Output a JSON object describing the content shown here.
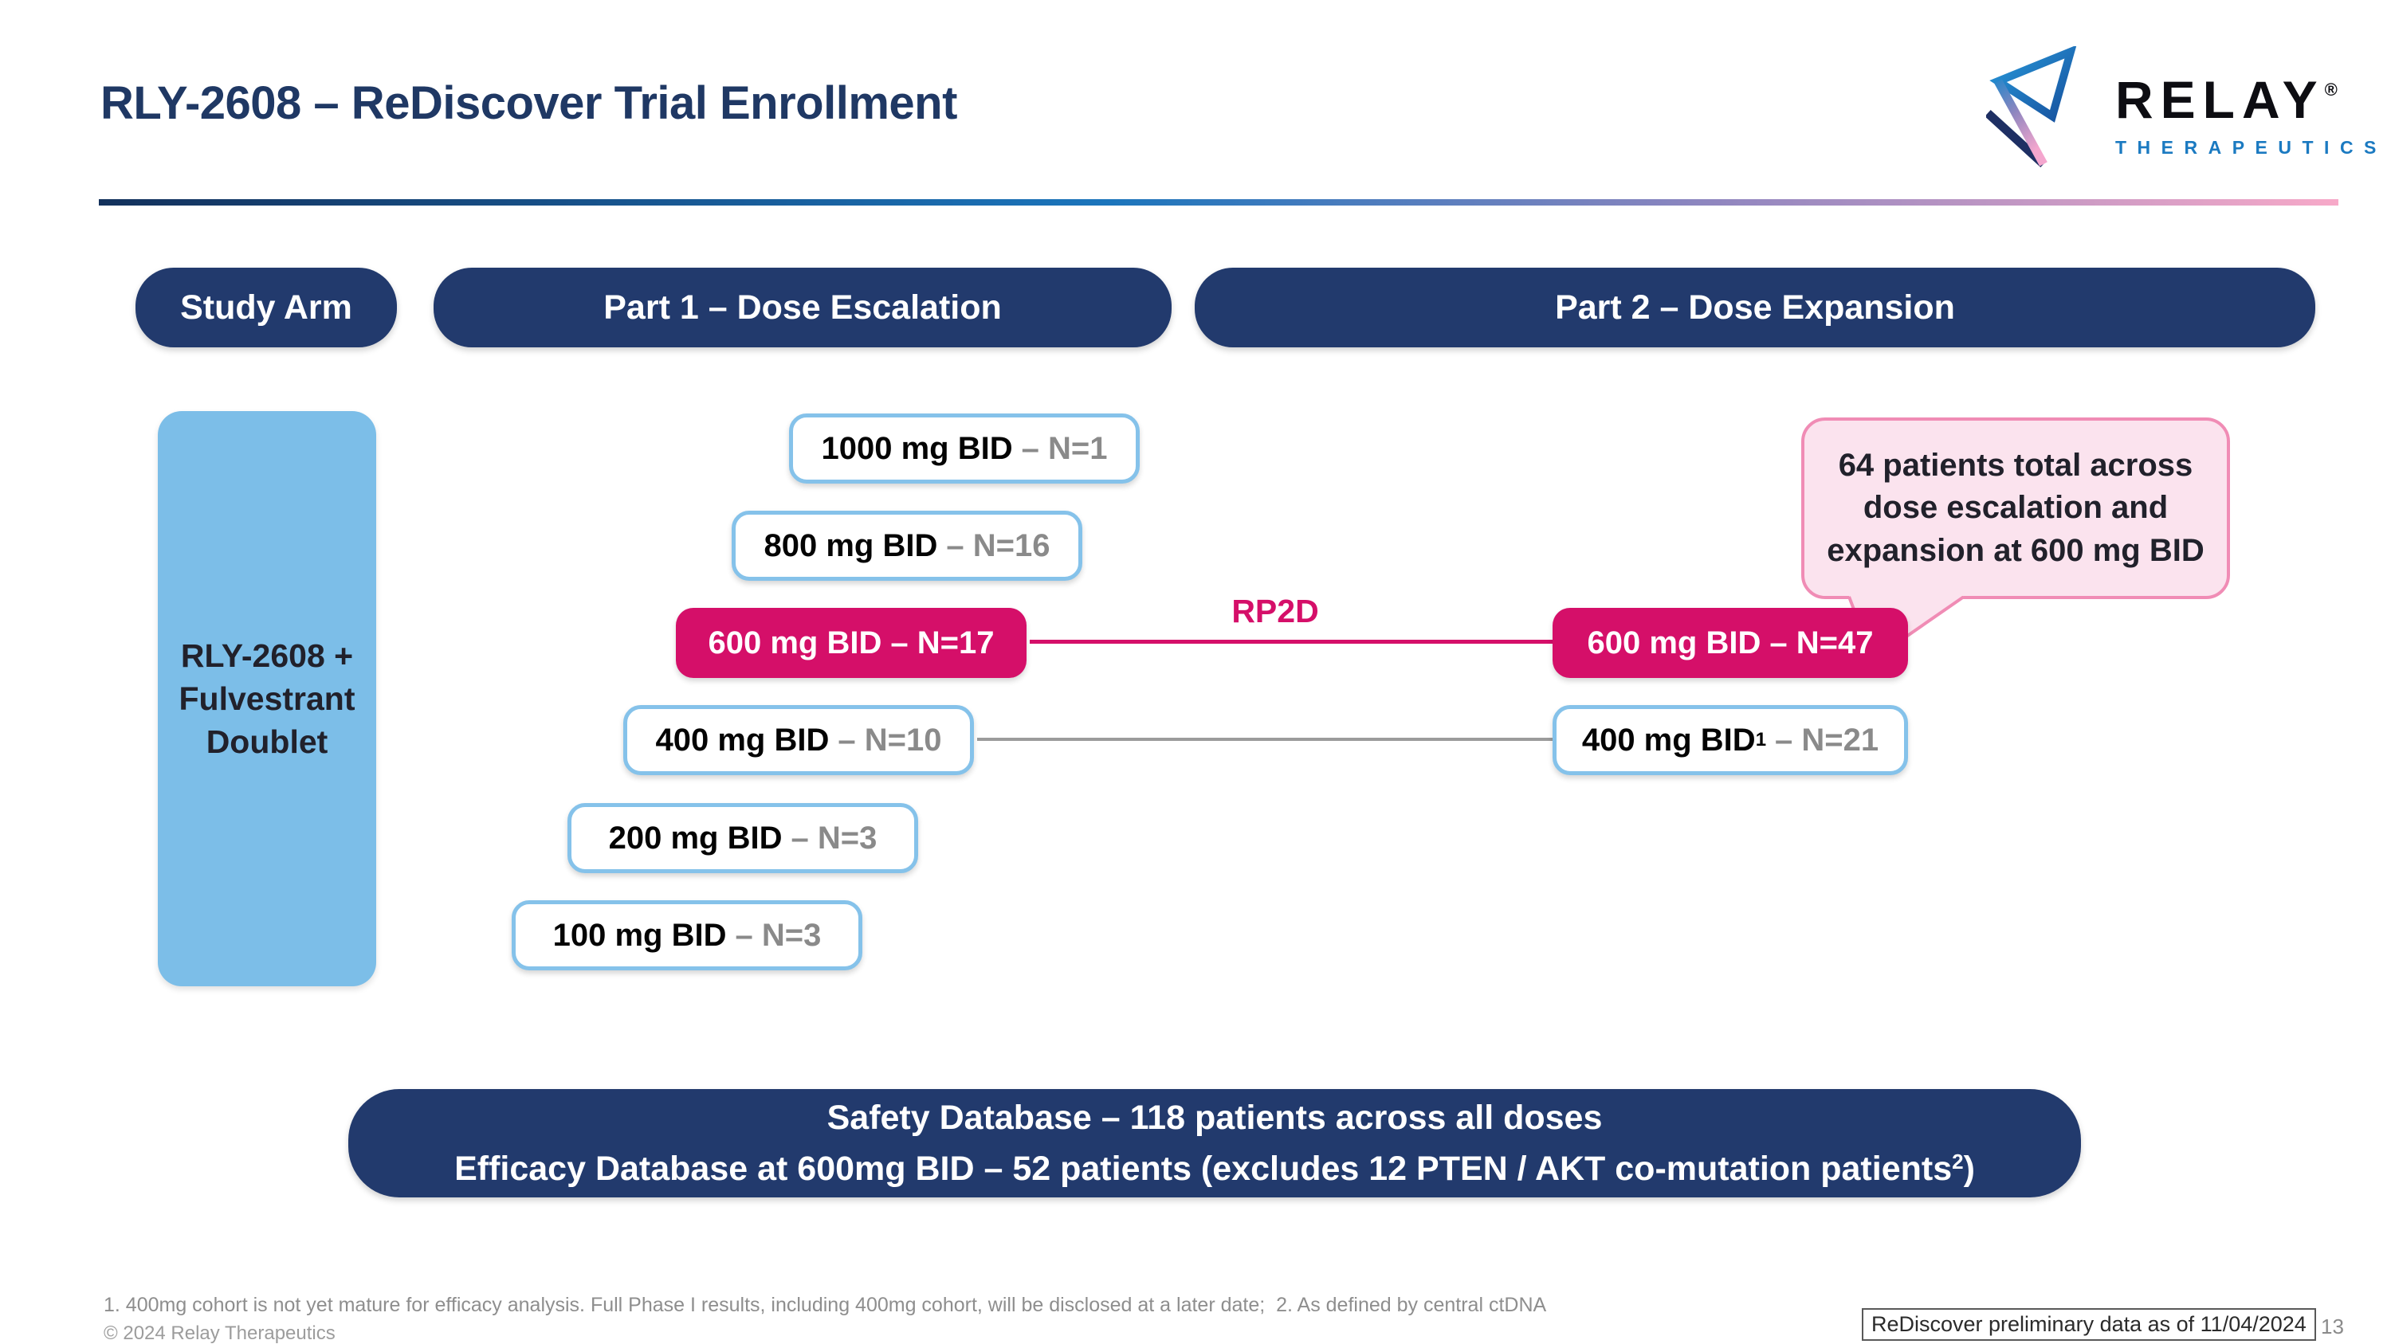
{
  "slide": {
    "title": "RLY-2608 – ReDiscover Trial Enrollment",
    "footnote": "1. 400mg cohort is not yet mature for efficacy analysis. Full Phase I results, including 400mg cohort, will be disclosed at a later date;  2. As defined by central ctDNA",
    "copyright": "© 2024 Relay Therapeutics",
    "data_as_of": "ReDiscover preliminary data as of 11/04/2024",
    "page_number": "13"
  },
  "logo": {
    "brand": "RELAY",
    "registered": "®",
    "subtitle": "THERAPEUTICS"
  },
  "headers": {
    "study_arm": "Study Arm",
    "part1": "Part 1 – Dose Escalation",
    "part2": "Part 2 – Dose Expansion"
  },
  "study_arm_box": {
    "lines": [
      "RLY-2608 +",
      "Fulvestrant",
      "Doublet"
    ]
  },
  "escalation": {
    "boxes": [
      {
        "dose": "1000 mg BID",
        "n": "– N=1",
        "rp2d": false
      },
      {
        "dose": "800 mg BID",
        "n": "– N=16",
        "rp2d": false
      },
      {
        "dose": "600 mg BID",
        "n": "– N=17",
        "rp2d": true
      },
      {
        "dose": "400 mg BID",
        "n": "– N=10",
        "rp2d": false
      },
      {
        "dose": "200 mg BID",
        "n": "– N=3",
        "rp2d": false
      },
      {
        "dose": "100 mg BID",
        "n": "– N=3",
        "rp2d": false
      }
    ]
  },
  "expansion": {
    "boxes": [
      {
        "dose": "600 mg BID",
        "sup": "",
        "n": "– N=47",
        "rp2d": true
      },
      {
        "dose": "400 mg BID",
        "sup": "1",
        "n": "– N=21",
        "rp2d": false
      }
    ]
  },
  "rp2d_label": "RP2D",
  "callout": {
    "lines": [
      "64 patients total across",
      "dose escalation and",
      "expansion at 600 mg BID"
    ]
  },
  "banner": {
    "line1": "Safety Database – 118 patients across all doses",
    "line2_pre": "Efficacy Database at 600mg BID – 52 patients (excludes 12 PTEN / AKT co-mutation patients",
    "line2_sup": "2",
    "line2_post": ")"
  },
  "colors": {
    "navy": "#223a6d",
    "title_navy": "#1f3864",
    "crimson": "#d50f69",
    "light_blue_fill": "#7cbee8",
    "box_border_blue": "#85c2ea",
    "muted_gray": "#8a8a8a",
    "callout_fill": "#fbe3ee",
    "callout_border": "#f08cb5"
  }
}
